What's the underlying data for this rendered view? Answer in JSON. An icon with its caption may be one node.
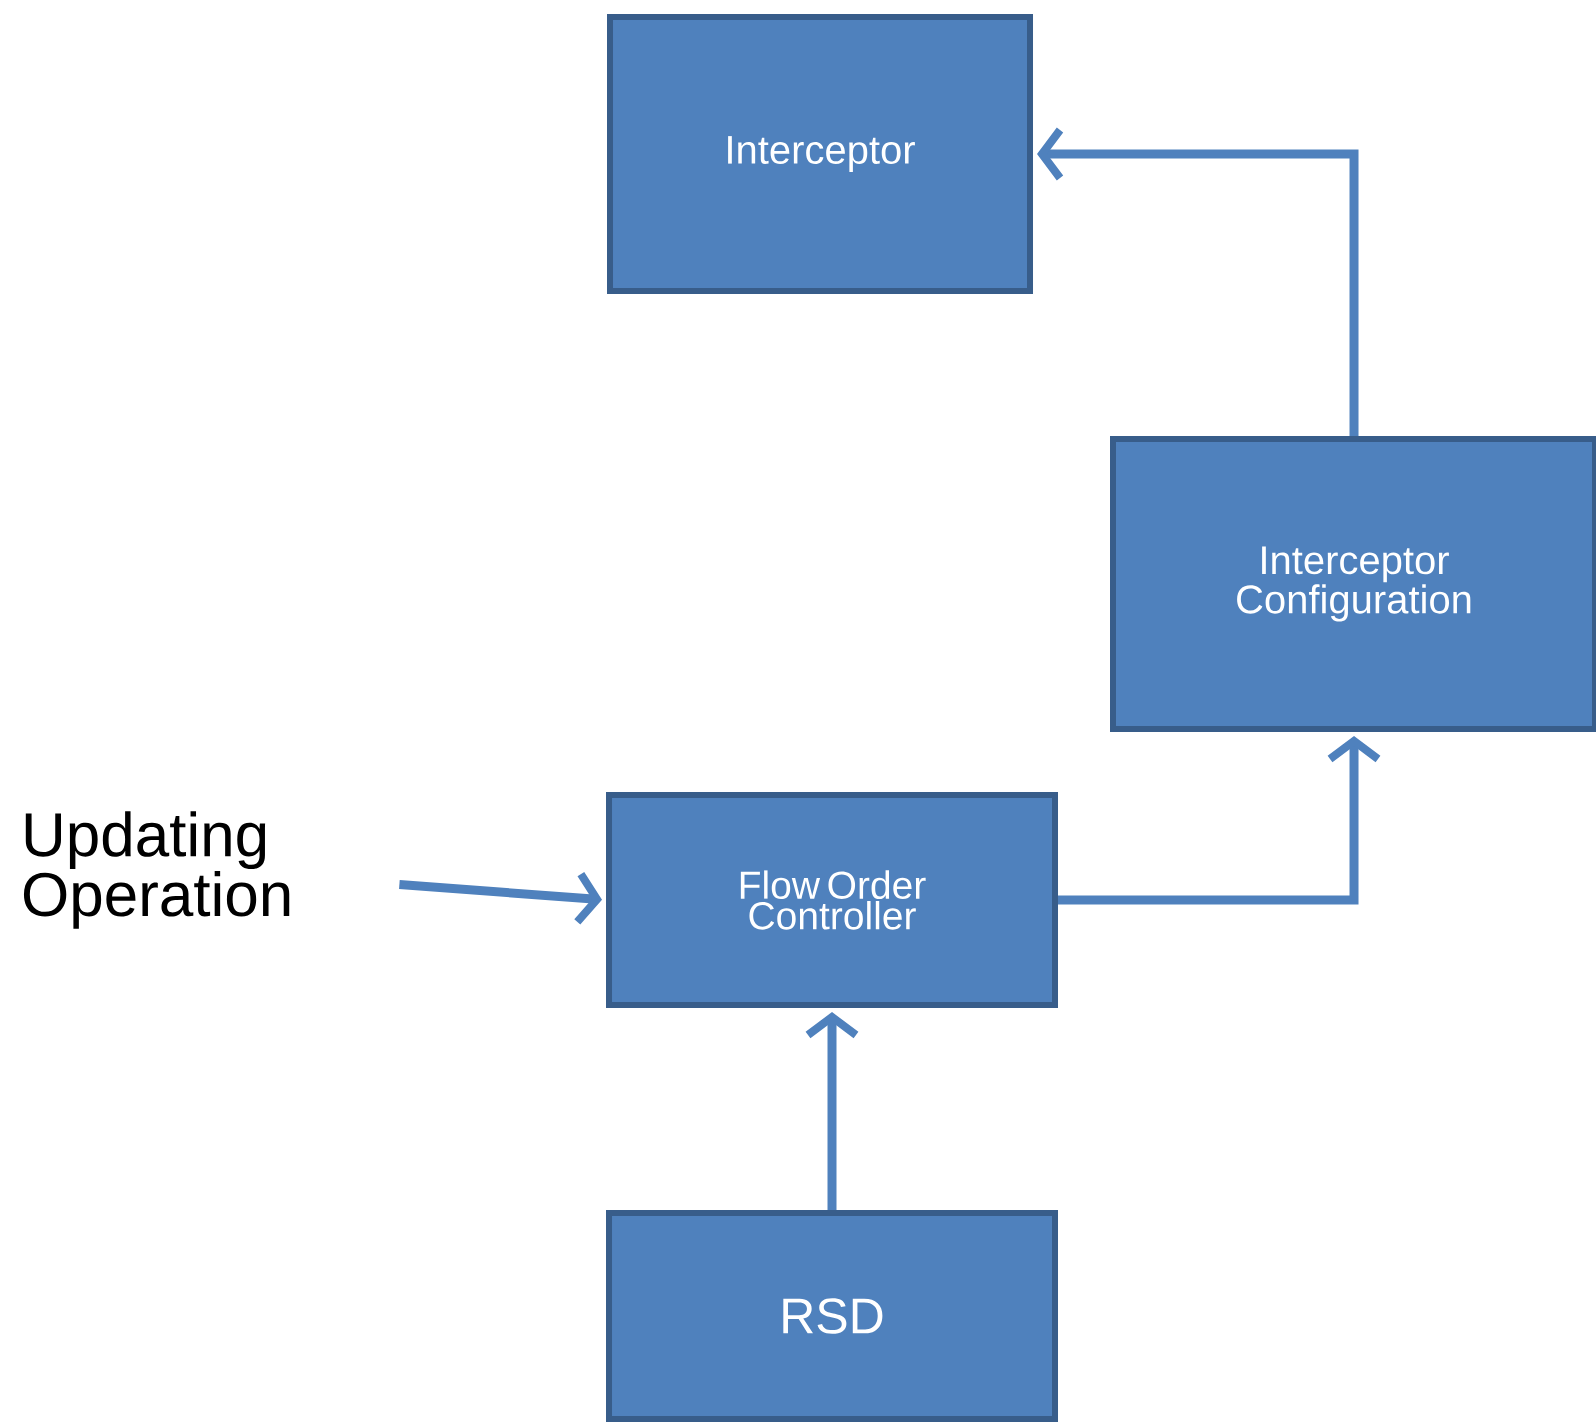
{
  "diagram": {
    "nodes": [
      {
        "text": [
          "Interceptor"
        ]
      },
      {
        "text": [
          "Interceptor Configuration"
        ]
      },
      {
        "text": [
          "Updating Operation"
        ]
      },
      {
        "text": [
          "Flow Order Controller"
        ]
      },
      {
        "text": [
          "RSD"
        ]
      }
    ],
    "edges": [
      {
        "from": 4,
        "to": 3,
        "arrow": "to"
      },
      {
        "from": 3,
        "to": 1,
        "arrow": "to"
      },
      {
        "from": 1,
        "to": 0,
        "arrow": "to"
      },
      {
        "from": 2,
        "to": 3,
        "arrow": "to"
      }
    ]
  }
}
